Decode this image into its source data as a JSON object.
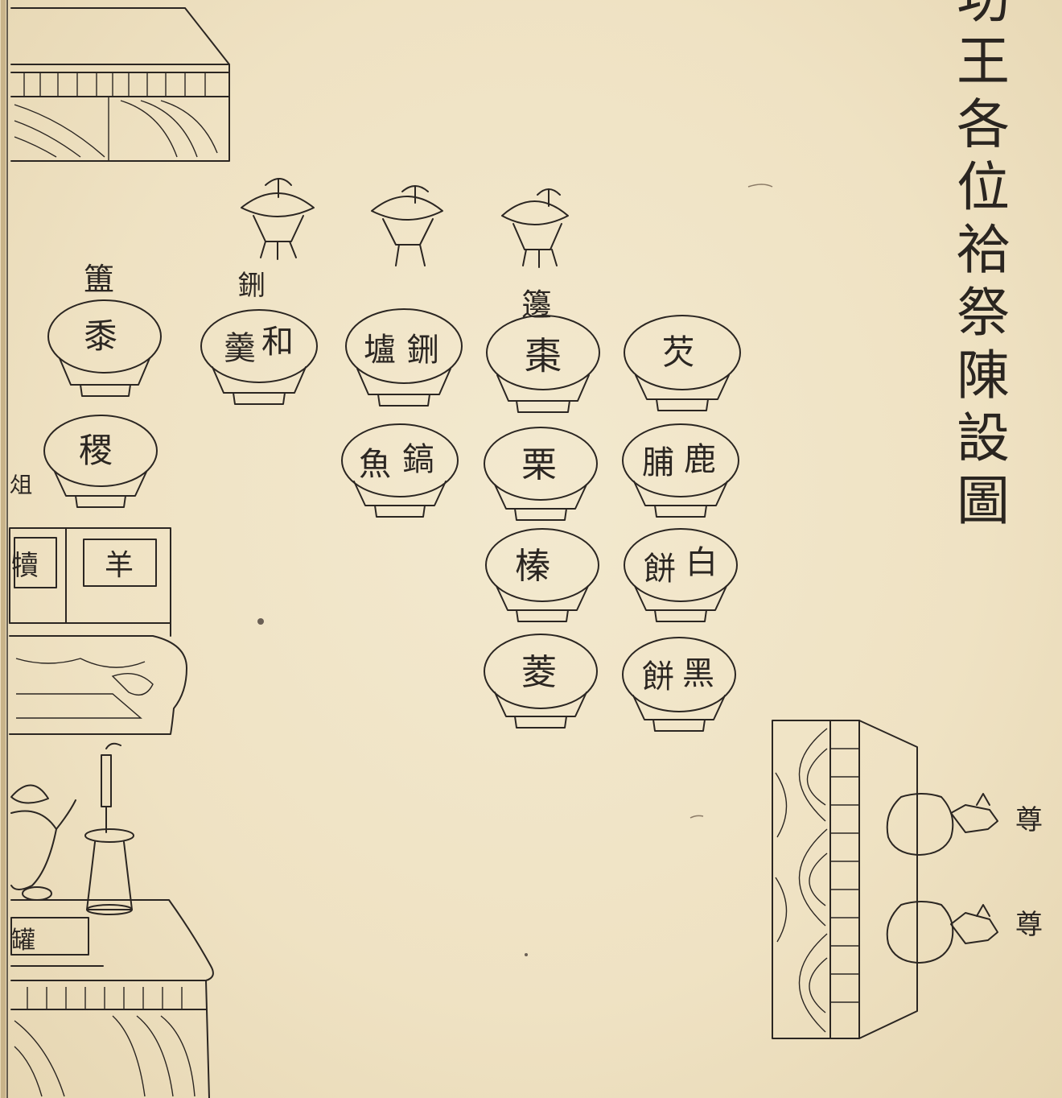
{
  "title": {
    "chars": [
      "功",
      "王",
      "各",
      "位",
      "祫",
      "祭",
      "陳",
      "設",
      "圖"
    ]
  },
  "vessel_labels": {
    "fu": "簠",
    "xing_1": "鉶",
    "bian": "籩"
  },
  "bowls": {
    "r1": [
      "黍",
      "羹",
      "和",
      "壚",
      "鉶",
      "棗",
      "芡"
    ],
    "r2": [
      "稷",
      "魚",
      "鎬",
      "栗",
      "脯",
      "鹿"
    ],
    "r3": [
      "榛",
      "餅",
      "白"
    ],
    "r4": [
      "菱",
      "餅",
      "黑"
    ]
  },
  "cabinet": {
    "left_box": "犢",
    "right_box": "羊",
    "side_char": "俎"
  },
  "lower_left": {
    "box_char": "罐"
  },
  "right_table": {
    "labels": [
      "尊",
      "尊"
    ]
  },
  "colors": {
    "paper": "#efe3c6",
    "ink": "#2b2622"
  }
}
